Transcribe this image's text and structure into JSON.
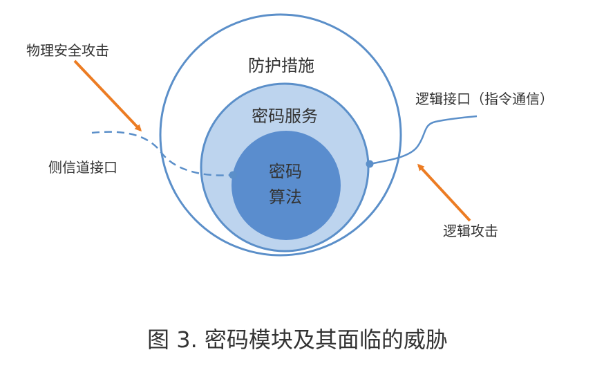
{
  "colors": {
    "stroke": "#5b8fc9",
    "middle_fill": "#bdd4ee",
    "core_fill": "#5a8dce",
    "arrow": "#ec7c23",
    "text": "#333333"
  },
  "diagram": {
    "outer_label": "防护措施",
    "middle_label": "密码服务",
    "core_label_line1": "密码",
    "core_label_line2": "算法",
    "physical_attack_label": "物理安全攻击",
    "side_channel_label": "侧信道接口",
    "logical_interface_label": "逻辑接口（指令通信）",
    "logical_attack_label": "逻辑攻击"
  },
  "caption": "图 3. 密码模块及其面临的威胁"
}
